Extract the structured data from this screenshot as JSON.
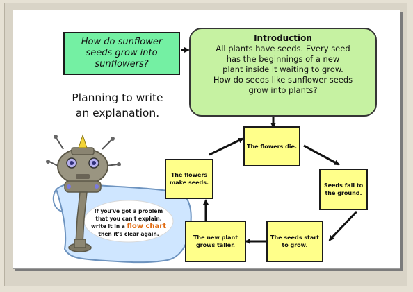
{
  "question": "How do sunflower seeds grow into sunflowers?",
  "intro": {
    "title": "Introduction",
    "lines": [
      "All plants have seeds. Every seed",
      "has the beginnings of a new",
      "plant inside it waiting to grow.",
      "How do seeds like sunflower seeds",
      "grow into plants?"
    ]
  },
  "planning": [
    "Planning to write",
    "an explanation."
  ],
  "cycle": [
    "The flowers die.",
    "Seeds fall to the ground.",
    "The seeds start to grow.",
    "The new plant grows taller.",
    "The flowers make seeds."
  ],
  "scroll_note": {
    "lines": [
      "If you've got a problem",
      "that you can't explain,"
    ],
    "prefix": "write it in a",
    "highlight": "flow chart",
    "suffix": "then it's clear again."
  },
  "colors": {
    "question_bg": "#74f0a3",
    "intro_bg": "#c6f2a2",
    "cycle_bg": "#ffff8a",
    "scroll_bg": "#cfe6ff",
    "highlight": "#e06a10"
  }
}
